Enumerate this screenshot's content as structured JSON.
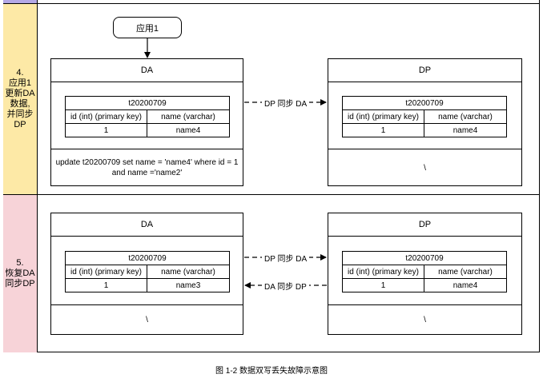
{
  "app": {
    "node_label": "应用1",
    "caption": "图 1-2 数据双写丢失故障示意图"
  },
  "rows": [
    {
      "step_lines": [
        "4.",
        "应用1",
        "更新DA",
        "数据,",
        "并同步",
        "DP"
      ],
      "da": {
        "title": "DA",
        "table_name": "t20200709",
        "headers": [
          "id (int) (primary key)",
          "name (varchar)"
        ],
        "row": [
          "1",
          "name4"
        ],
        "footer": "update  t20200709 set name = 'name4' where id = 1 and name ='name2'"
      },
      "dp": {
        "title": "DP",
        "table_name": "t20200709",
        "headers": [
          "id (int) (primary key)",
          "name (varchar)"
        ],
        "row": [
          "1",
          "name4"
        ],
        "footer": "\\"
      },
      "connectors": [
        "DP 同步 DA"
      ]
    },
    {
      "step_lines": [
        "5.",
        "恢复DA",
        "同步DP"
      ],
      "da": {
        "title": "DA",
        "table_name": "t20200709",
        "headers": [
          "id (int) (primary key)",
          "name (varchar)"
        ],
        "row": [
          "1",
          "name3"
        ],
        "footer": "\\"
      },
      "dp": {
        "title": "DP",
        "table_name": "t20200709",
        "headers": [
          "id (int) (primary key)",
          "name (varchar)"
        ],
        "row": [
          "1",
          "name4"
        ],
        "footer": "\\"
      },
      "connectors": [
        "DP 同步 DA",
        "DA 同步 DP"
      ]
    }
  ],
  "colors": {
    "step4_bg": "#fde9a6",
    "step5_bg": "#f7d3d8",
    "top_strip": "#b4a8e6"
  }
}
